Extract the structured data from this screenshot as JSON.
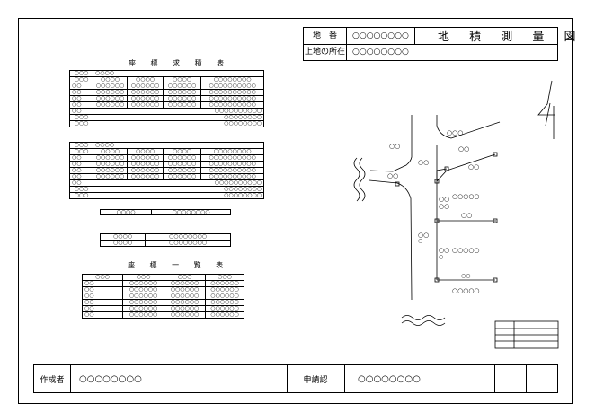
{
  "header": {
    "title": "地 積 測 量 図",
    "lot_label": "地　番",
    "lot_value": "○○○○○○○○",
    "location_label": "上地の所在",
    "location_value": "○○○○○○○○"
  },
  "coord_area_table": {
    "title": "座 標 求 積 表",
    "upper": {
      "label_row": [
        "○○○",
        "○○○○"
      ],
      "col_headers": [
        "○○○",
        "○○○○",
        "○○○○",
        "○○○○",
        "○○○○○○○○"
      ],
      "rows": [
        [
          "○○",
          "○○○○○○",
          "○○○○○○",
          "○○○○○○",
          "○○○○○○○○○○"
        ],
        [
          "○○",
          "○○○○○○",
          "○○○○○○",
          "○○○○○○",
          "○○○○○○○○○○"
        ],
        [
          "○○",
          "○○○○○○",
          "○○○○○○",
          "○○○○○○",
          "○○○○○○○○○○"
        ],
        [
          "○○",
          "○○○○○○",
          "○○○○○○",
          "○○○○○○",
          "○○○○○○○○○○"
        ]
      ],
      "summary_rows": [
        [
          "○○",
          "○○○○○○○○○○"
        ],
        [
          "○○○",
          "○○○○○○○○"
        ],
        [
          "○○○",
          "○○○○○○○○"
        ]
      ]
    },
    "lower": {
      "label_row": [
        "○○○",
        "○○○○"
      ],
      "col_headers": [
        "○○○",
        "○○○○",
        "○○○○",
        "○○○○",
        "○○○○○○○○"
      ],
      "rows": [
        [
          "○○",
          "○○○○○○",
          "○○○○○○",
          "○○○○○○",
          "○○○○○○○○○○"
        ],
        [
          "○○",
          "○○○○○○",
          "○○○○○○",
          "○○○○○○",
          "○○○○○○○○○○"
        ],
        [
          "○○",
          "○○○○○○",
          "○○○○○○",
          "○○○○○○",
          "○○○○○○○○○○"
        ],
        [
          "○○",
          "○○○○○○",
          "○○○○○○",
          "○○○○○○",
          "○○○○○○○○○○"
        ]
      ],
      "summary_rows": [
        [
          "○○",
          "○○○○○○○○○○"
        ],
        [
          "○○○",
          "○○○○○○○○"
        ],
        [
          "○○○",
          "○○○○○○○○"
        ]
      ]
    },
    "total_strip": [
      "○○○○",
      "○○○○○○○○"
    ],
    "result_strip": [
      [
        "○○○○",
        "○○○○○○○○"
      ],
      [
        "○○○○",
        "○○○○○○○○"
      ]
    ]
  },
  "coord_list_table": {
    "title": "座 標 一 覧 表",
    "col_headers": [
      "○○○",
      "○○○",
      "○○○",
      "○○○"
    ],
    "rows": [
      [
        "○○",
        "○○○○○○",
        "○○○○○○",
        "○○○○○○"
      ],
      [
        "○○",
        "○○○○○○",
        "○○○○○○",
        "○○○○○○"
      ],
      [
        "○○",
        "○○○○○○",
        "○○○○○○",
        "○○○○○○"
      ],
      [
        "○○",
        "○○○○○○",
        "○○○○○○",
        "○○○○○○"
      ],
      [
        "○○",
        "○○○○○○",
        "○○○○○○",
        "○○○○○○"
      ],
      [
        "○○",
        "○○○○○○",
        "○○○○○○",
        "○○○○○○"
      ]
    ]
  },
  "map": {
    "north_mark": "4",
    "labels": [
      "○○○",
      "○○",
      "○○",
      "○○",
      "○○",
      "○○",
      "○○",
      "○○○○○",
      "○○",
      "○○",
      "○○",
      "○○○○○",
      "○○",
      "○○○○○"
    ]
  },
  "footer": {
    "author_label": "作成者",
    "author_value": "○○○○○○○○",
    "approval_label": "申請認",
    "approval_value": "○○○○○○○○"
  }
}
